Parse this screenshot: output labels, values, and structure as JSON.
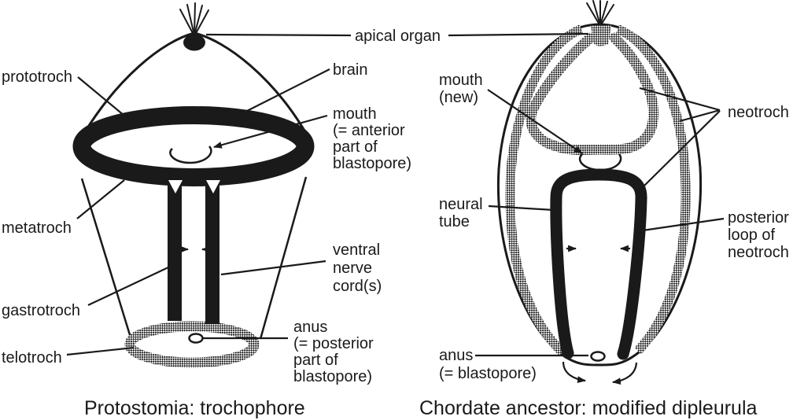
{
  "diagram": {
    "background": "#ffffff",
    "ink": "#1a1a1a",
    "shared_labels": {
      "apical_organ": "apical organ"
    },
    "left_figure": {
      "caption": "Protostomia: trochophore",
      "labels": {
        "prototroch": "prototroch",
        "metatroch": "metatroch",
        "gastrotroch": "gastrotroch",
        "telotroch": "telotroch",
        "brain": "brain",
        "mouth": [
          "mouth",
          "(= anterior",
          "part of",
          "blastopore)"
        ],
        "ventral_nerve_cords": [
          "ventral",
          "nerve",
          "cord(s)"
        ],
        "anus": [
          "anus",
          "(= posterior",
          "part of",
          "blastopore)"
        ]
      }
    },
    "right_figure": {
      "caption": "Chordate ancestor: modified dipleurula",
      "labels": {
        "mouth_new": [
          "mouth",
          "(new)"
        ],
        "neural_tube": [
          "neural",
          "tube"
        ],
        "neotroch": "neotroch",
        "posterior_loop_of_neotroch": [
          "posterior",
          "loop of",
          "neotroch"
        ],
        "anus_blastopore": [
          "anus",
          "(= blastopore)"
        ]
      }
    }
  }
}
